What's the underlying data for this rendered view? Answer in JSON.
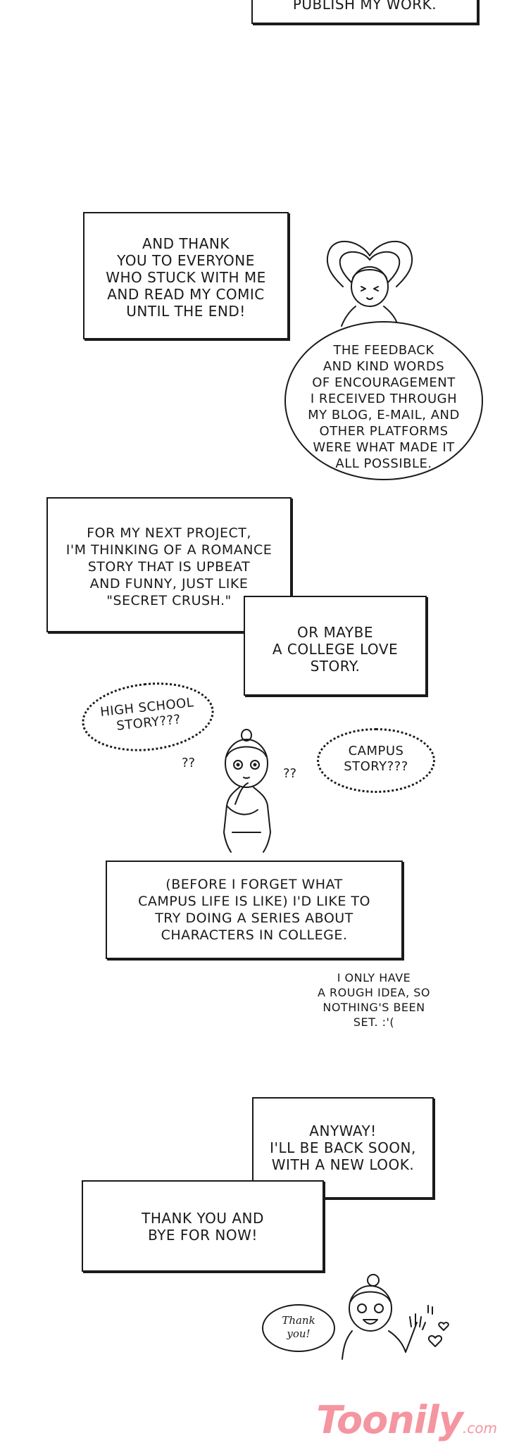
{
  "panels": {
    "top_caption": "PUBLISH MY WORK.",
    "thanks_caption": "AND THANK\nYOU TO EVERYONE\nWHO STUCK WITH ME\nAND READ MY COMIC\nUNTIL THE END!",
    "feedback_bubble": "THE FEEDBACK\nAND KIND WORDS\nOF ENCOURAGEMENT\nI RECEIVED THROUGH\nMY BLOG, E-MAIL, AND\nOTHER PLATFORMS\nWERE WHAT MADE IT\nALL POSSIBLE.",
    "next_project_caption": "FOR MY NEXT PROJECT,\nI'M THINKING OF A ROMANCE\nSTORY THAT IS UPBEAT\nAND FUNNY, JUST LIKE\n\"SECRET CRUSH.\"",
    "college_caption": "OR MAYBE\nA COLLEGE LOVE\nSTORY.",
    "high_school_thought": "HIGH SCHOOL\nSTORY???",
    "campus_thought": "CAMPUS\nSTORY???",
    "question_marks_left": "??",
    "question_marks_right": "??",
    "campus_life_caption": "(BEFORE I FORGET WHAT\nCAMPUS LIFE IS LIKE) I'D LIKE TO\nTRY DOING A SERIES ABOUT\nCHARACTERS IN COLLEGE.",
    "rough_idea_note": "I ONLY HAVE\nA ROUGH IDEA, SO\nNOTHING'S BEEN\nSET. :'(",
    "anyway_caption": "ANYWAY!\nI'LL BE BACK SOON,\nWITH A NEW LOOK.",
    "bye_caption": "THANK YOU AND\nBYE FOR NOW!",
    "thank_you_bubble": "Thank\nyou!"
  },
  "watermark": {
    "brand": "Toonily",
    "suffix": ".com",
    "color": "#f4838f"
  },
  "colors": {
    "ink": "#1a1a1a",
    "paper": "#ffffff"
  }
}
